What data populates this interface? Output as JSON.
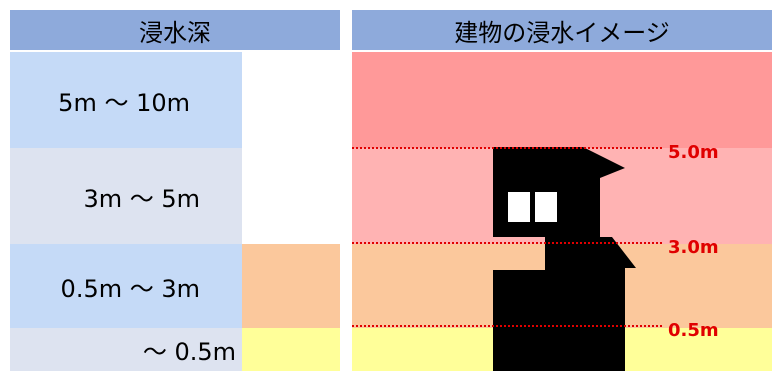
{
  "headers": {
    "depth": "浸水深",
    "image": "建物の浸水イメージ"
  },
  "levels": [
    {
      "label": "5m ～ 10m",
      "color": "#c5daf7",
      "swatch": "#ffffff",
      "band": "#ff9999"
    },
    {
      "label": "3m ～ 5m",
      "color": "#dde3f0",
      "swatch": "#ffffff",
      "band": "#ffb3b3"
    },
    {
      "label": "0.5m ～ 3m",
      "color": "#c5daf7",
      "swatch": "#fbc89c",
      "band": "#fbc89c"
    },
    {
      "label": "～ 0.5m",
      "color": "#dde3f0",
      "swatch": "#ffff99",
      "band": "#ffff99"
    }
  ],
  "depth_marks": [
    "5.0m",
    "3.0m",
    "0.5m"
  ],
  "colors": {
    "header": "#8eaadb",
    "dotted_line": "#e00000",
    "building": "#000000",
    "window": "#ffffff"
  }
}
